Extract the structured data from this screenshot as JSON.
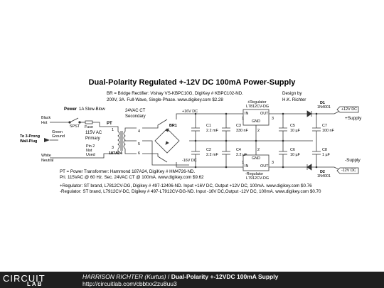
{
  "title": "Dual-Polarity Regulated +-12V DC 100mA Power-Supply",
  "notes": {
    "bridge_line1": "BR = Bridge Rectifier: Vishay VS-KBPC10G, DigiKey # KBPC102-ND.",
    "bridge_line2": "200V, 3A. Full-Wave, Single-Phase. www.digikey.com $2.28",
    "designer_line1": "Design by",
    "designer_line2": "H.K. Richter",
    "pt_line1": "PT = Power Transformer: Hammond 187A24, DigiKey # HM4726-ND.",
    "pt_line2": "Pri. 115VAC @ 60 Hz. Sec. 24VAC CT @ 100mA. www.digikey.com $9.62",
    "reg_pos": "+Regulator: ST brand, L7812CV-DG, Digikey # 497-12406-ND. Input +16V DC, Output +12V DC, 100mA. www.digikey.com $0.76",
    "reg_neg": "-Regulator: ST brand, L7912CV-DC, Digikey # 497-L7912CV-DG-ND. Input -16V DC,Output -12V DC, 100mA. www.digikey.com $0.70"
  },
  "labels": {
    "power": "Power",
    "spst": "SPST",
    "fuse_rating": "1A Slow-Blow",
    "fuse": "Fuse",
    "black": "Black",
    "hot": "Hot",
    "green": "Green",
    "ground": "Ground",
    "white": "White",
    "neutral": "Neutral",
    "plug1": "To 3-Prong",
    "plug2": "Wall-Plug",
    "pt": "PT",
    "primary1": "115V AC",
    "primary2": "Primary",
    "pin2a": "Pin 2",
    "pin2b": "Not",
    "pin2c": "Used",
    "model": "187A24",
    "ct1": "24VAC CT",
    "ct2": "Secondary",
    "pin1": "1",
    "pin3": "3",
    "pin4": "4",
    "pin5": "5",
    "pin6": "6",
    "br1": "BR1",
    "v16p": "+16V DC",
    "v16n": "-16V DC",
    "c1": "C1",
    "c1v": "2.2 mF",
    "c2": "C2",
    "c2v": "2.2 mF",
    "c3": "C3",
    "c3v": "330 nF",
    "c4": "C4",
    "c4v": "2.2 µF",
    "c5": "C5",
    "c5v": "10 µF",
    "c6": "C6",
    "c6v": "10 µF",
    "c7": "C7",
    "c7v": "100 nF",
    "c8": "C8",
    "c8v": "1 µF",
    "regp1": "+Regulator",
    "regp2": "L7812CV-DG",
    "regn1": "-Regulator",
    "regn2": "L7912CV-DG",
    "in": "IN",
    "out": "OUT",
    "gnd": "GND",
    "gnd2": "GND",
    "in2": "IN",
    "out2": "OUT",
    "r1": "1",
    "r2": "2",
    "r3": "3",
    "r4": "1",
    "r5": "2",
    "r6": "3",
    "d1": "D1",
    "d1m": "1N4001",
    "d2": "D2",
    "d2m": "1N4001",
    "out_pos": "+12V DC",
    "out_neg": "-12V DC",
    "supply_pos": "+Supply",
    "supply_neg": "-Supply"
  },
  "footer": {
    "logo_top": "CIRCUIT",
    "logo_bottom": "LAB",
    "author": "HARRISON RICHTER (Kurtus)",
    "separator": " / ",
    "circuit_name": "Dual-Polarity +-12VDC 100mA Supply",
    "url": "http://circuitlab.com/cbbtxx2zu8uu3"
  }
}
